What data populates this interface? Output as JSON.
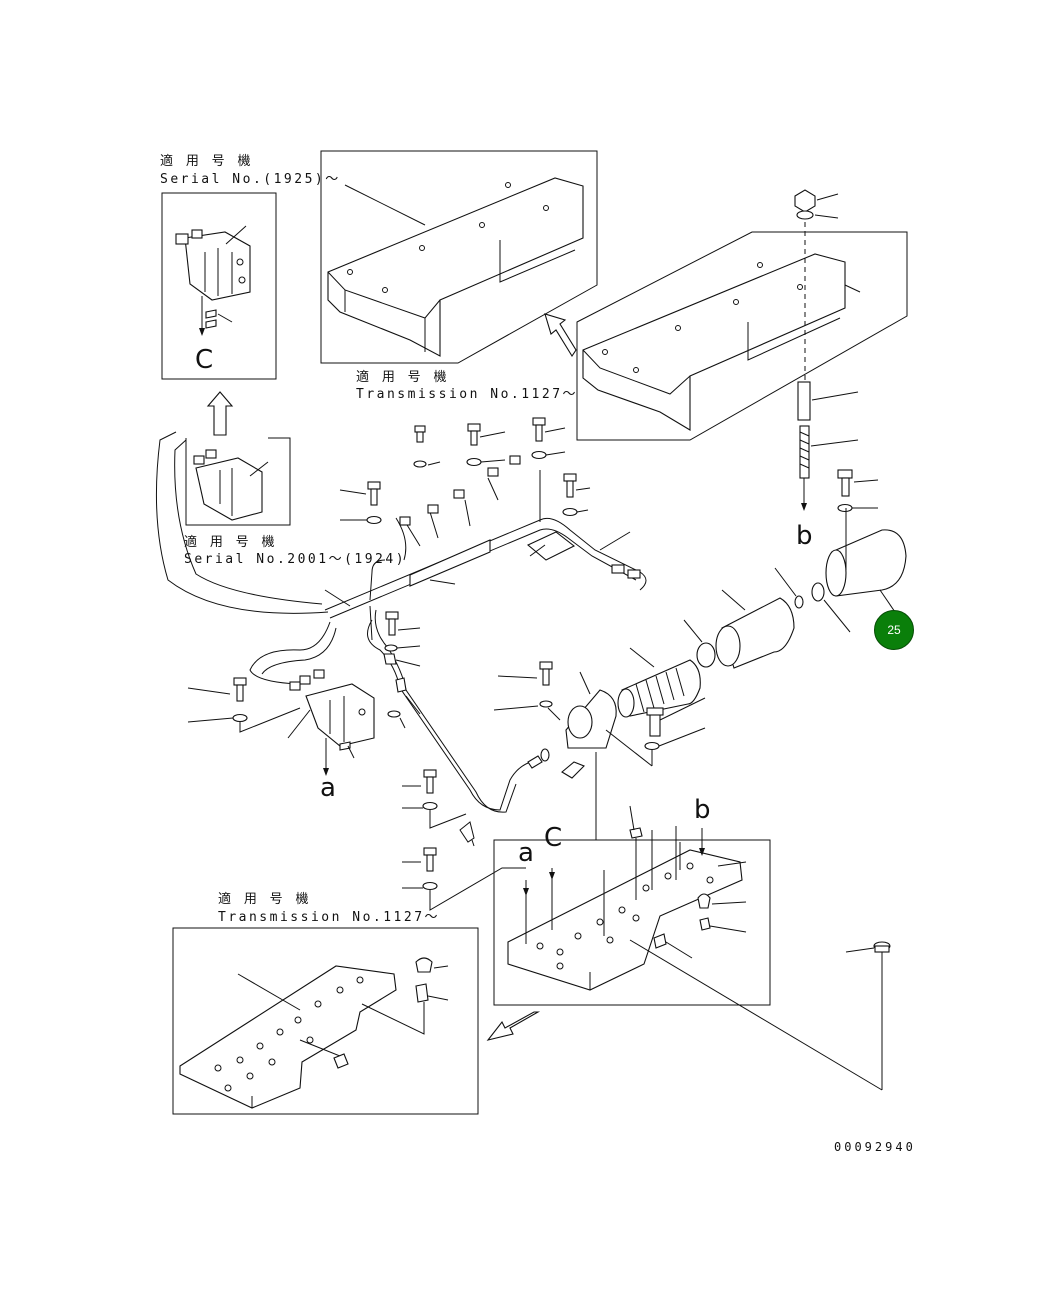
{
  "labels": {
    "top_left_jp": "適 用 号 機",
    "top_left_serial": "Serial No.(1925)～",
    "top_center_jp": "適 用 号 機",
    "top_center_trans": "Transmission No.1127～",
    "mid_left_jp": "適 用 号 機",
    "mid_left_serial": "Serial No.2001～(1924)",
    "bottom_left_jp": "適 用 号 機",
    "bottom_left_trans": "Transmission No.1127～",
    "drawing_number": "00092940"
  },
  "reference_letters": {
    "c_upper": "C",
    "b_upper": "b",
    "a_left": "a",
    "b_lower": "b",
    "c_lower": "C",
    "a_lower": "a"
  },
  "callouts": [
    {
      "label": "25",
      "color": "#0a7f0a"
    }
  ]
}
